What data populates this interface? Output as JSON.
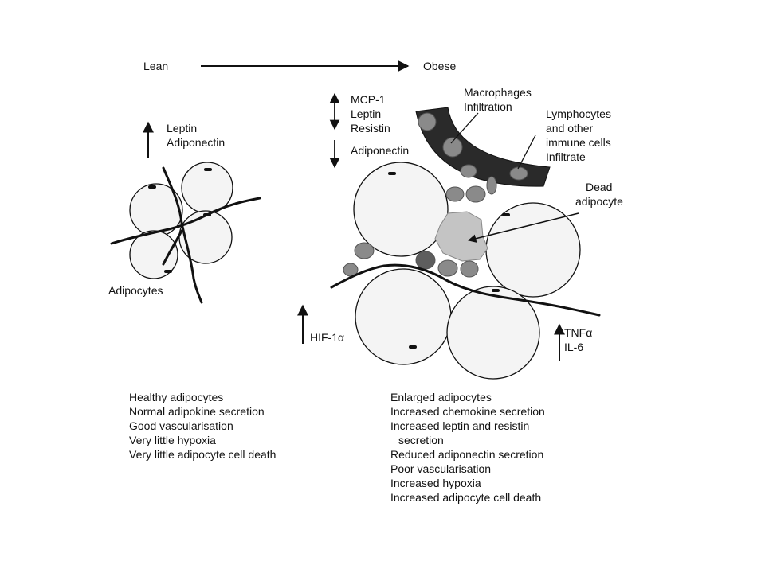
{
  "header": {
    "lean": "Lean",
    "obese": "Obese"
  },
  "lean": {
    "up_labels": [
      "Leptin",
      "Adiponectin"
    ],
    "cells_label": "Adipocytes",
    "features": [
      "Healthy adipocytes",
      "Normal adipokine secretion",
      "Good vascularisation",
      "Very little hypoxia",
      "Very little adipocyte cell death"
    ]
  },
  "obese": {
    "up_labels": [
      "MCP-1",
      "Leptin",
      "Resistin"
    ],
    "down_label": "Adiponectin",
    "macrophages_label": [
      "Macrophages",
      "Infiltration"
    ],
    "lymphocytes_label": [
      "Lymphocytes",
      "and other",
      "immune cells",
      "Infiltrate"
    ],
    "dead_label": [
      "Dead",
      "adipocyte"
    ],
    "hif_label": "HIF-1α",
    "tnf_labels": [
      "TNFα",
      "IL-6"
    ],
    "features": [
      "Enlarged adipocytes",
      "Increased chemokine secretion",
      "Increased leptin and resistin",
      "secretion",
      "Reduced adiponectin secretion",
      "Poor vascularisation",
      "Increased hypoxia",
      "Increased adipocyte cell death"
    ]
  },
  "colors": {
    "line": "#111111",
    "cell_fill": "#f4f4f4",
    "immune_fill": "#8a8a8a",
    "immune_dark": "#5e5e5e",
    "dead_fill": "#c4c4c4",
    "vessel_fill": "#2a2a2a"
  }
}
